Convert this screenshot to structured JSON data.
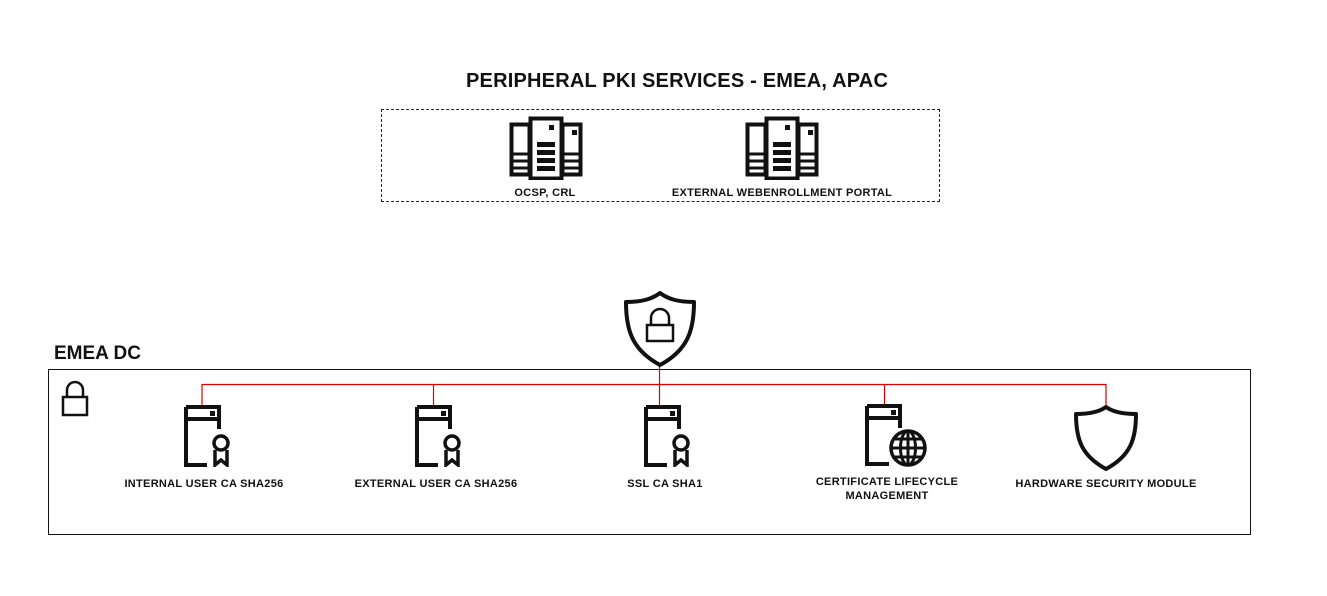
{
  "peripheral": {
    "title": "PERIPHERAL PKI SERVICES - EMEA, APAC",
    "nodes": [
      {
        "label": "OCSP, CRL",
        "icon": "server-cluster-icon"
      },
      {
        "label": "EXTERNAL WEBENROLLMENT PORTAL",
        "icon": "server-cluster-icon"
      }
    ]
  },
  "datacenter": {
    "title": "EMEA DC",
    "lock_icon": "lock-icon",
    "hub_icon": "shield-lock-icon",
    "nodes": [
      {
        "label": "INTERNAL USER CA SHA256",
        "icon": "certificate-server-icon"
      },
      {
        "label": "EXTERNAL USER CA SHA256",
        "icon": "certificate-server-icon"
      },
      {
        "label": "SSL CA SHA1",
        "icon": "certificate-server-icon"
      },
      {
        "label_line1": "CERTIFICATE LIFECYCLE",
        "label_line2": "MANAGEMENT",
        "icon": "globe-server-icon"
      },
      {
        "label": "HARDWARE SECURITY MODULE",
        "icon": "shield-icon"
      }
    ]
  },
  "colors": {
    "connector": "#e00000",
    "stroke": "#111111"
  }
}
